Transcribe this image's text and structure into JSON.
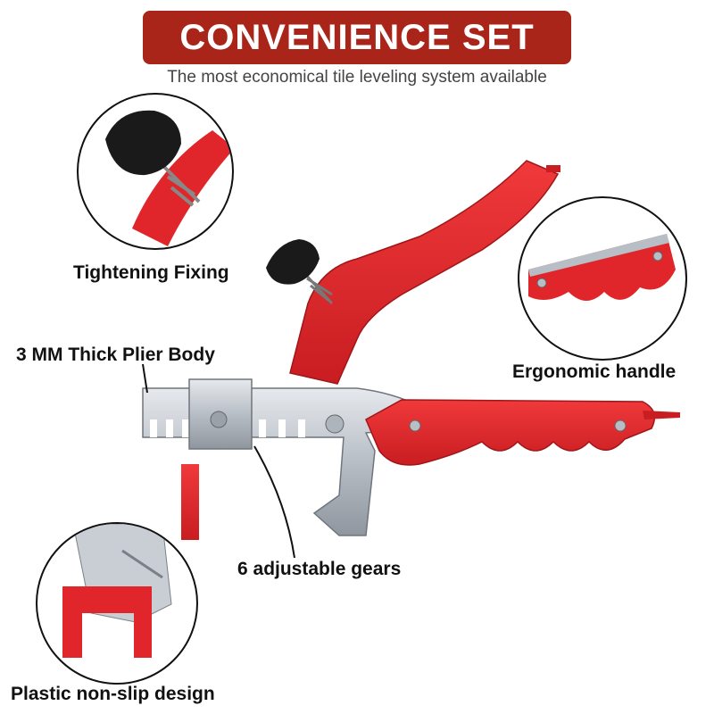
{
  "header": {
    "title": "CONVENIENCE SET",
    "subtitle": "The most economical tile leveling system available"
  },
  "labels": {
    "tightening": "Tightening Fixing",
    "plier_body": "3 MM Thick Plier Body",
    "ergonomic": "Ergonomic handle",
    "gears": "6 adjustable gears",
    "non_slip": "Plastic non-slip design"
  },
  "colors": {
    "banner": "#a9251a",
    "plier_red": "#e0262a",
    "steel": "#c9ced4",
    "knob": "#1a1a1a"
  }
}
